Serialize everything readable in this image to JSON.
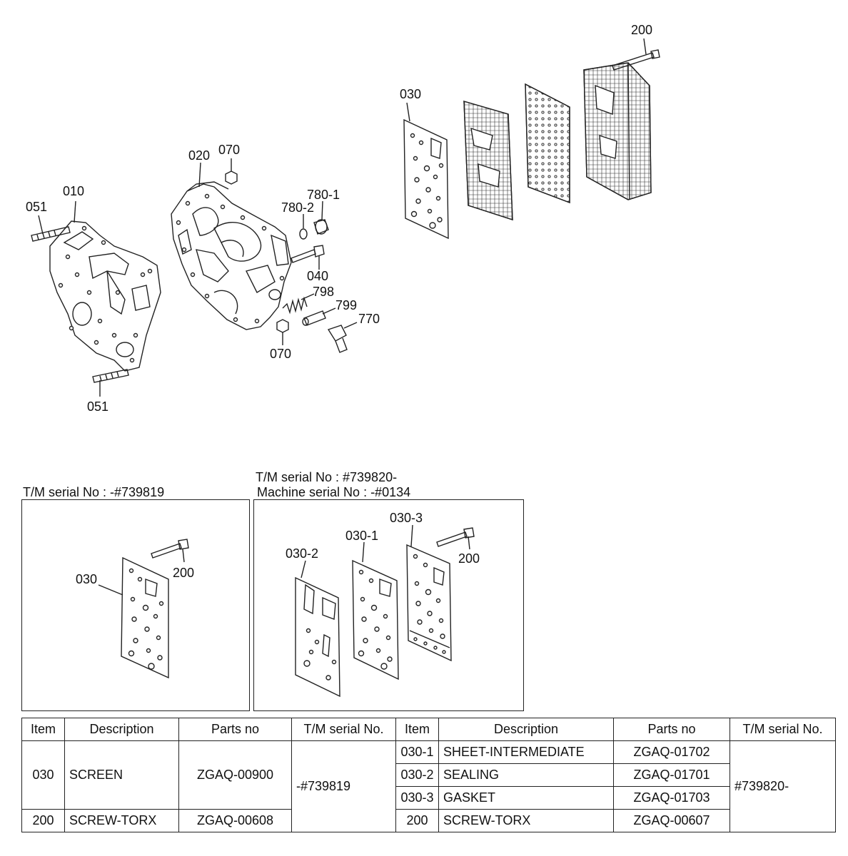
{
  "callouts": {
    "c200_top": "200",
    "c030_top": "030",
    "c020": "020",
    "c070_top": "070",
    "c010": "010",
    "c051_top": "051",
    "c780_1": "780-1",
    "c780_2": "780-2",
    "c040": "040",
    "c798": "798",
    "c799": "799",
    "c770": "770",
    "c070_bottom": "070",
    "c051_bottom": "051",
    "c030_left": "030",
    "c200_left": "200",
    "c030_2": "030-2",
    "c030_1": "030-1",
    "c030_3": "030-3",
    "c200_right": "200"
  },
  "serials": {
    "left": "T/M serial No :  -#739819",
    "right_line1": "T/M serial No : #739820-",
    "right_line2": "Machine serial No : -#0134"
  },
  "table": {
    "headers": [
      "Item",
      "Description",
      "Parts no",
      "T/M serial No.",
      "Item",
      "Description",
      "Parts no",
      "T/M serial No."
    ],
    "left_rows": [
      {
        "item": "030",
        "description": "SCREEN",
        "parts_no": "ZGAQ-00900"
      },
      {
        "item": "200",
        "description": "SCREW-TORX",
        "parts_no": "ZGAQ-00608"
      }
    ],
    "left_serial": "-#739819",
    "right_rows": [
      {
        "item": "030-1",
        "description": "SHEET-INTERMEDIATE",
        "parts_no": "ZGAQ-01702"
      },
      {
        "item": "030-2",
        "description": "SEALING",
        "parts_no": "ZGAQ-01701"
      },
      {
        "item": "030-3",
        "description": "GASKET",
        "parts_no": "ZGAQ-01703"
      },
      {
        "item": "200",
        "description": "SCREW-TORX",
        "parts_no": "ZGAQ-00607"
      }
    ],
    "right_serial": "#739820-"
  }
}
